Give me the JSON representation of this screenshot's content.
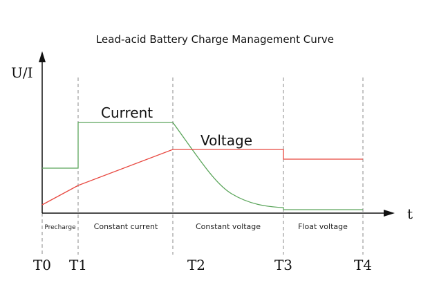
{
  "chart_data": {
    "type": "line",
    "title": "Lead-acid Battery Charge Management Curve",
    "ylabel": "U/I",
    "xlabel": "t",
    "time_marks": [
      "T0",
      "T1",
      "T2",
      "T3",
      "T4"
    ],
    "phases": [
      {
        "name": "Precharge",
        "from": "T0",
        "to": "T1"
      },
      {
        "name": "Constant current",
        "from": "T1",
        "to": "T2"
      },
      {
        "name": "Constant voltage",
        "from": "T2",
        "to": "T3"
      },
      {
        "name": "Float voltage",
        "from": "T3",
        "to": "T4"
      }
    ],
    "series": [
      {
        "name": "Current",
        "color": "#5aa55a",
        "shape": "Low constant during precharge, steps up to high constant during constant-current phase, decays exponentially during constant-voltage phase, stays at a low floor during float."
      },
      {
        "name": "Voltage",
        "color": "#e8473f",
        "shape": "Rises during precharge and constant-current phases, flat at peak during constant-voltage, steps down to a lower constant during float."
      }
    ],
    "grid": false,
    "legend": "inline"
  },
  "colors": {
    "axis": "#111111",
    "divider": "#888888",
    "current": "#5aa55a",
    "voltage": "#e8473f"
  }
}
